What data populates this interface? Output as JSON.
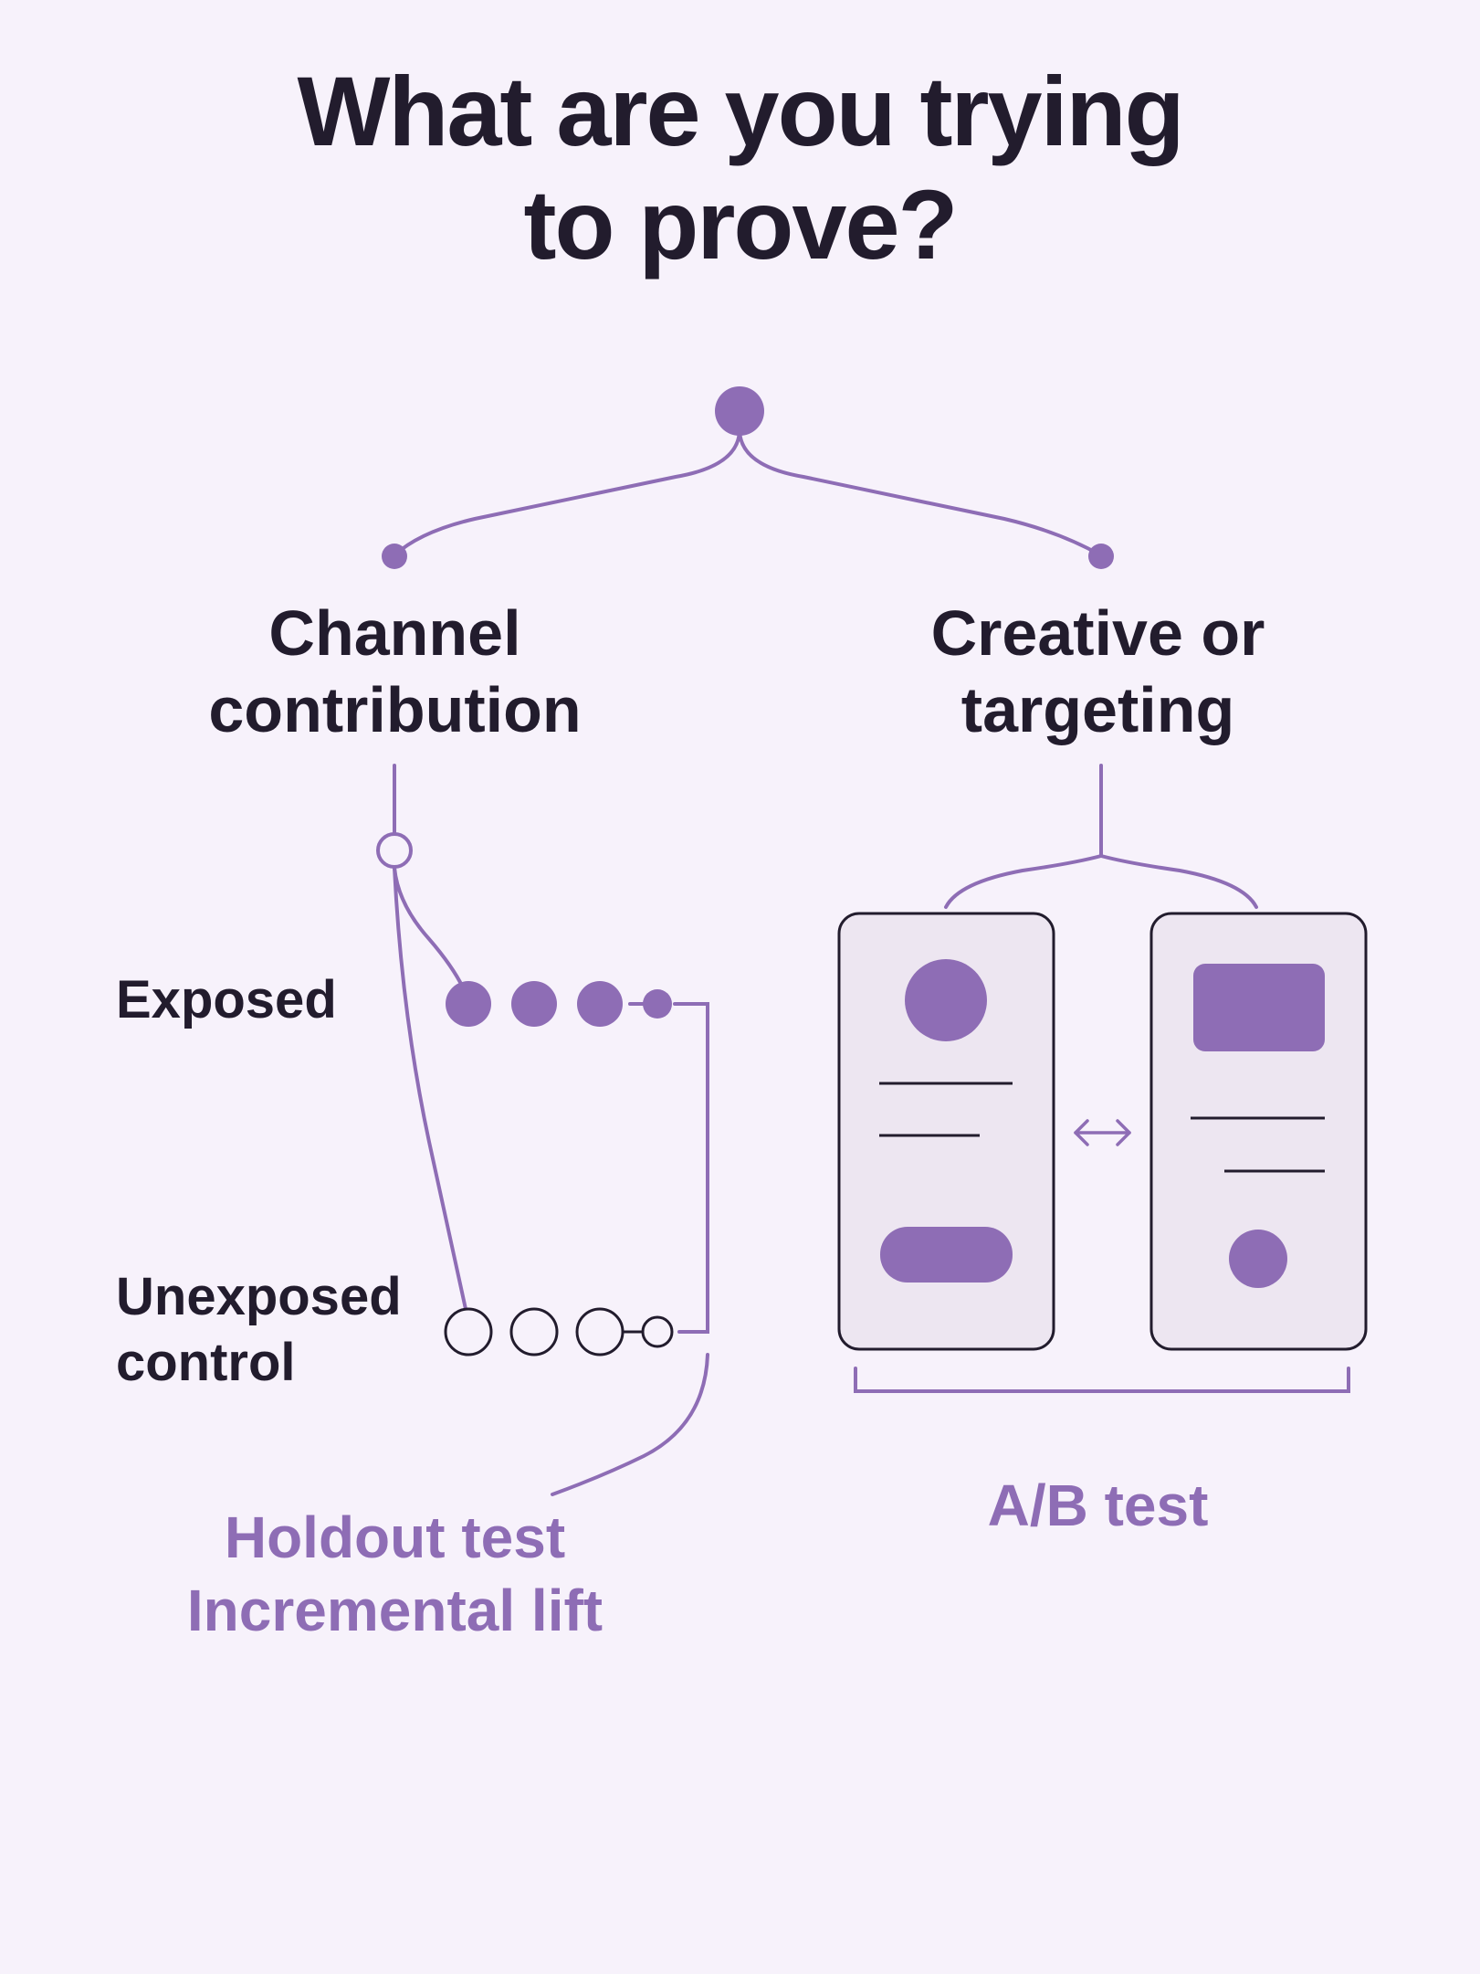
{
  "title": "What are you trying\nto prove?",
  "branches": {
    "left": "Channel\ncontribution",
    "right": "Creative or\ntargeting"
  },
  "groups": {
    "exposed": "Exposed",
    "unexposed": "Unexposed\ncontrol"
  },
  "results": {
    "holdout": "Holdout test\nIncremental lift",
    "ab": "A/B test"
  },
  "colors": {
    "background": "#f7f2fb",
    "accent": "#8e6db5",
    "text": "#221c2d",
    "card_fill": "#ede6f1"
  },
  "icons": [
    "swap-arrow-icon"
  ]
}
